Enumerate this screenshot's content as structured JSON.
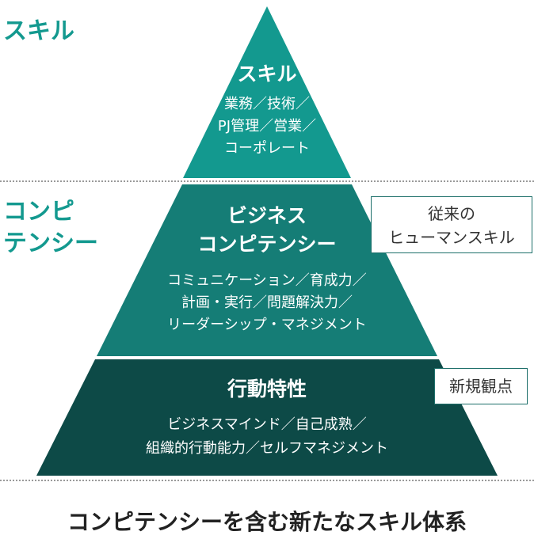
{
  "side_labels": {
    "top": "スキル",
    "middle": "コンピ\nテンシー"
  },
  "tiers": [
    {
      "title": "スキル",
      "items": "業務／技術／\nPJ管理／営業／\nコーポレート",
      "color": "#13998f"
    },
    {
      "title": "ビジネス\nコンピテンシー",
      "items": "コミュニケーション／育成力／\n計画・実行／問題解決力／\nリーダーシップ・マネジメント",
      "color": "#157d76"
    },
    {
      "title": "行動特性",
      "items": "ビジネスマインド／自己成熟／\n組織的行動能力／セルフマネジメント",
      "color": "#0d4a47"
    }
  ],
  "notes": {
    "traditional": "従来の\nヒューマンスキル",
    "new": "新規観点"
  },
  "caption": "コンピテンシーを含む新たなスキル体系",
  "colors": {
    "accent": "#13998f",
    "note_border": "#1d6f6a"
  }
}
